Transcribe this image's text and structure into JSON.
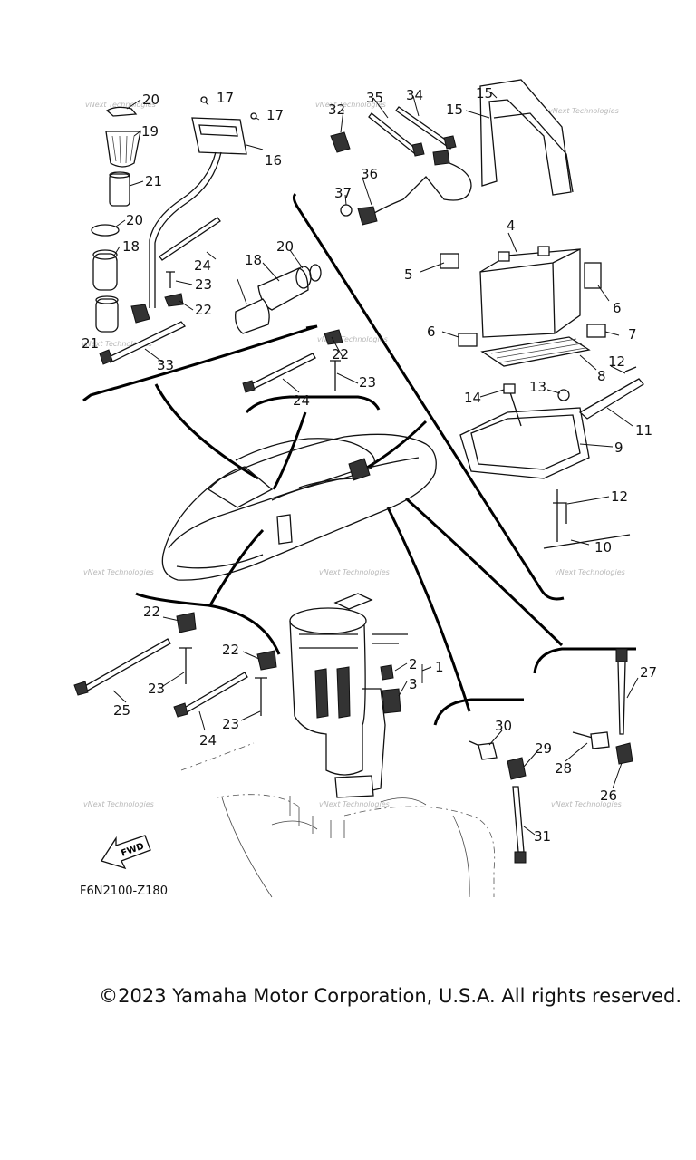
{
  "diagram": {
    "code": "F6N2100-Z180",
    "direction_arrow": "FWD",
    "watermark": "vNext Technologies",
    "callouts": [
      "20",
      "17",
      "17",
      "19",
      "16",
      "21",
      "20",
      "18",
      "24",
      "23",
      "22",
      "21",
      "33",
      "18",
      "20",
      "35",
      "34",
      "15",
      "15",
      "32",
      "36",
      "37",
      "4",
      "5",
      "6",
      "6",
      "7",
      "8",
      "12",
      "14",
      "13",
      "11",
      "9",
      "12",
      "10",
      "22",
      "23",
      "24",
      "22",
      "22",
      "23",
      "25",
      "23",
      "24",
      "2",
      "1",
      "3",
      "27",
      "30",
      "29",
      "28",
      "26",
      "31"
    ]
  },
  "footer": {
    "copyright": "©2023 Yamaha Motor Corporation, U.S.A. All rights reserved."
  }
}
